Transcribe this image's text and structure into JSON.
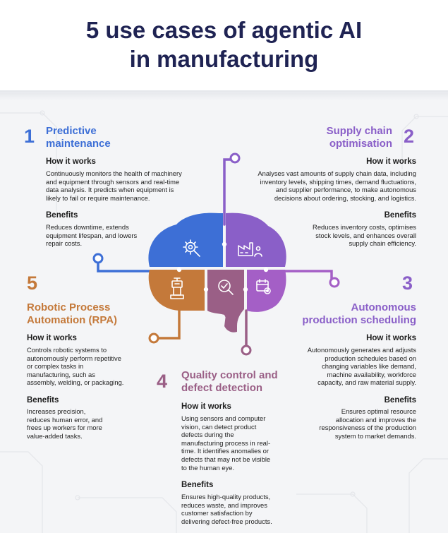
{
  "title": {
    "line1": "5 use cases of agentic AI",
    "line2": "in manufacturing"
  },
  "colors": {
    "title": "#1f2353",
    "blue": "#3d6fd6",
    "violet": "#8a5fc8",
    "orange": "#c4793a",
    "mauve": "#9a5f86",
    "purple": "#a45fc6"
  },
  "sections": {
    "s1": {
      "number": "1",
      "heading_line1": "Predictive",
      "heading_line2": "maintenance",
      "how_label": "How it works",
      "how_lines": [
        "Continuously monitors the health of machinery",
        "and equipment through sensors and real-time",
        "data analysis. It predicts when equipment is",
        "likely to fail or require maintenance."
      ],
      "benefits_label": "Benefits",
      "benefits_lines": [
        "Reduces downtime, extends",
        "equipment lifespan, and lowers",
        "repair costs."
      ],
      "icon": "gear-search-icon"
    },
    "s2": {
      "number": "2",
      "heading_line1": "Supply chain",
      "heading_line2": "optimisation",
      "how_label": "How it works",
      "how_lines": [
        "Analyses vast amounts of supply chain data, including",
        "inventory levels, shipping times, demand fluctuations,",
        "and supplier performance, to make autonomous",
        "decisions about ordering, stocking, and logistics."
      ],
      "benefits_label": "Benefits",
      "benefits_lines": [
        "Reduces inventory costs, optimises",
        "stock levels, and enhances overall",
        "supply chain efficiency."
      ],
      "icon": "factory-worker-icon"
    },
    "s3": {
      "number": "3",
      "heading_line1": "Autonomous",
      "heading_line2": "production scheduling",
      "how_label": "How it works",
      "how_lines": [
        "Autonomously generates and adjusts",
        "production schedules based on",
        "changing variables like demand,",
        "machine availability, workforce",
        "capacity, and raw material supply."
      ],
      "benefits_label": "Benefits",
      "benefits_lines": [
        "Ensures optimal resource",
        "allocation and improves the",
        "responsiveness of the production",
        "system to market demands."
      ],
      "icon": "calendar-gear-icon"
    },
    "s4": {
      "number": "4",
      "heading_line1": "Quality control and",
      "heading_line2": "defect detection",
      "how_label": "How it works",
      "how_lines": [
        "Using sensors and computer",
        "vision, can detect product",
        "defects during the",
        "manufacturing process in real-",
        "time. It identifies anomalies or",
        "defects that may not be visible",
        "to the human eye."
      ],
      "benefits_label": "Benefits",
      "benefits_lines": [
        "Ensures high-quality products,",
        "reduces waste, and improves",
        "customer satisfaction by",
        "delivering defect-free products."
      ],
      "icon": "magnifier-check-icon"
    },
    "s5": {
      "number": "5",
      "heading_line1": "Robotic Process",
      "heading_line2": "Automation (RPA)",
      "how_label": "How it works",
      "how_lines": [
        "Controls robotic systems to",
        "autonomously perform repetitive",
        "or complex tasks in",
        "manufacturing, such as",
        "assembly, welding, or packaging."
      ],
      "benefits_label": "Benefits",
      "benefits_lines": [
        "Increases precision,",
        "reduces human error, and",
        "frees up workers for more",
        "value-added tasks."
      ],
      "icon": "robot-arm-icon"
    }
  }
}
